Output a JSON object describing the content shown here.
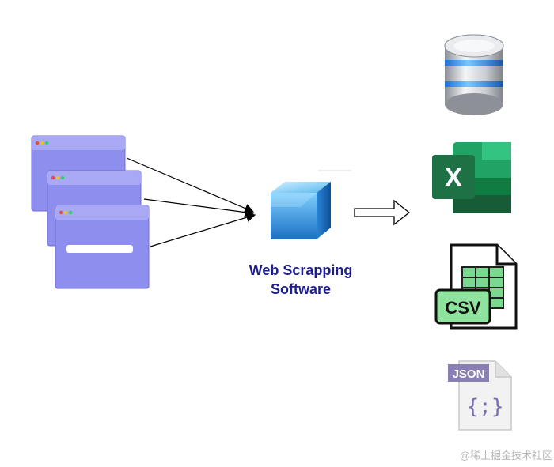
{
  "diagram": {
    "label_line1": "Web Scrapping",
    "label_line2": "Software",
    "label_color": "#1e1e8c",
    "page_color": "#8e8eef",
    "page_titlebar_color": "#a8a8f5",
    "cube_color": "#2f93df"
  },
  "outputs": [
    {
      "name": "database-icon"
    },
    {
      "name": "excel-icon",
      "letter": "X",
      "brand_color": "#1e7145"
    },
    {
      "name": "csv-file-icon",
      "text": "CSV",
      "brand_color": "#3aa85b"
    },
    {
      "name": "json-file-icon",
      "text": "JSON",
      "symbol": "{;}",
      "brand_color": "#7a6bb0"
    }
  ],
  "watermark": "@稀土掘金技术社区"
}
